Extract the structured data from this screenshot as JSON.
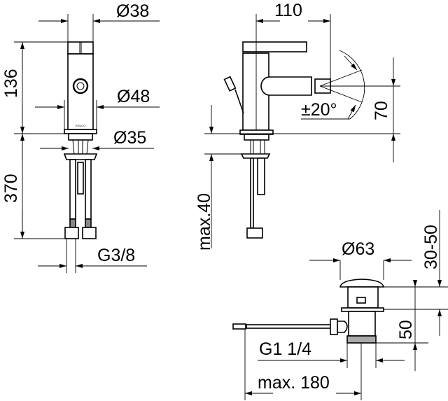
{
  "front_view": {
    "dim_top_diameter": "Ø38",
    "dim_height_body": "136",
    "dim_base_diameter": "Ø48",
    "dim_shank_diameter": "Ø35",
    "dim_hose_length": "370",
    "dim_connection": "G3/8",
    "brand_mark": "KEUCO"
  },
  "side_view": {
    "dim_projection": "110",
    "dim_swivel_angle": "±20°",
    "dim_spout_height": "70",
    "dim_max_thickness": "max.40"
  },
  "drain_view": {
    "dim_head_diameter": "Ø63",
    "dim_range": "30-50",
    "dim_height": "50",
    "dim_thread": "G1 1/4",
    "dim_rod_length": "max. 180"
  },
  "colors": {
    "line": "#000000",
    "background": "#ffffff"
  }
}
